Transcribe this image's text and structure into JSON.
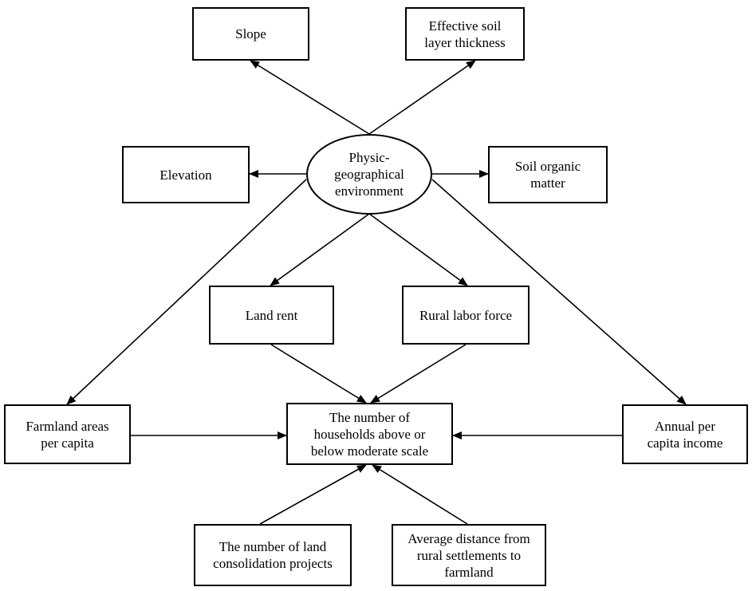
{
  "nodes": {
    "slope": "Slope",
    "soil_thickness": "Effective soil layer thickness",
    "elevation": "Elevation",
    "environment": "Physic-geographical environment",
    "soil_organic": "Soil organic matter",
    "land_rent": "Land rent",
    "labor_force": "Rural labor force",
    "farmland": "Farmland areas per capita",
    "households": "The number of households above or below moderate scale",
    "income": "Annual per capita income",
    "consolidation": "The number of land consolidation projects",
    "distance": "Average distance from rural settlements to farmland"
  },
  "colors": {
    "line": "#000000",
    "box_fill": "#ffffff"
  }
}
